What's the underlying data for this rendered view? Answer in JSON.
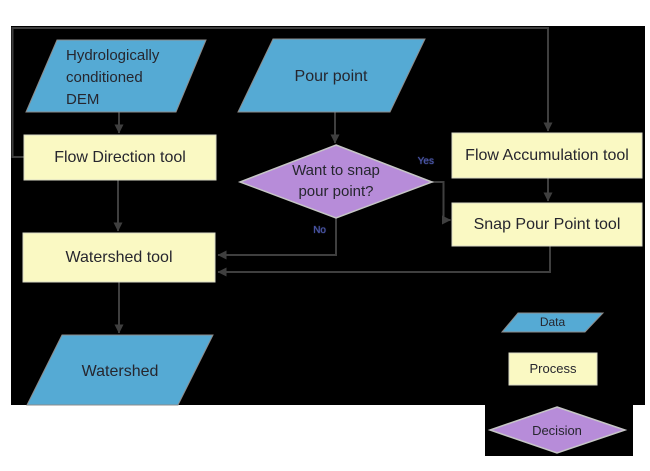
{
  "diagram": {
    "nodes": {
      "dem": {
        "label": "Hydrologically conditioned DEM",
        "type": "data"
      },
      "pour_point": {
        "label": "Pour point",
        "type": "data"
      },
      "flow_direction": {
        "label": "Flow Direction tool",
        "type": "process"
      },
      "flow_accumulation": {
        "label": "Flow Accumulation tool",
        "type": "process"
      },
      "snap_decision": {
        "label": "Want to snap pour point?",
        "type": "decision"
      },
      "snap_pour_point": {
        "label": "Snap Pour Point tool",
        "type": "process"
      },
      "watershed_tool": {
        "label": "Watershed tool",
        "type": "process"
      },
      "watershed": {
        "label": "Watershed",
        "type": "data"
      }
    },
    "edges": [
      {
        "from": "dem",
        "to": "flow_direction",
        "label": ""
      },
      {
        "from": "pour_point",
        "to": "snap_decision",
        "label": ""
      },
      {
        "from": "flow_direction",
        "to": "flow_accumulation",
        "label": ""
      },
      {
        "from": "flow_direction",
        "to": "watershed_tool",
        "label": ""
      },
      {
        "from": "flow_accumulation",
        "to": "snap_pour_point",
        "label": ""
      },
      {
        "from": "snap_decision",
        "to": "snap_pour_point",
        "label": "Yes"
      },
      {
        "from": "snap_decision",
        "to": "watershed_tool",
        "label": "No"
      },
      {
        "from": "snap_pour_point",
        "to": "watershed_tool",
        "label": ""
      },
      {
        "from": "watershed_tool",
        "to": "watershed",
        "label": ""
      }
    ],
    "edge_labels": {
      "yes": "Yes",
      "no": "No"
    },
    "legend": {
      "data": "Data",
      "process": "Process",
      "decision": "Decision"
    },
    "colors": {
      "canvas_background": "#000000",
      "data_fill": "#55AAD4",
      "data_stroke": "#8C8C8C",
      "process_fill": "#FAF9C3",
      "process_stroke": "#DADAC6",
      "decision_fill": "#B78CD9",
      "decision_stroke": "#C6C6C6",
      "connector": "#3F3F3F"
    }
  }
}
